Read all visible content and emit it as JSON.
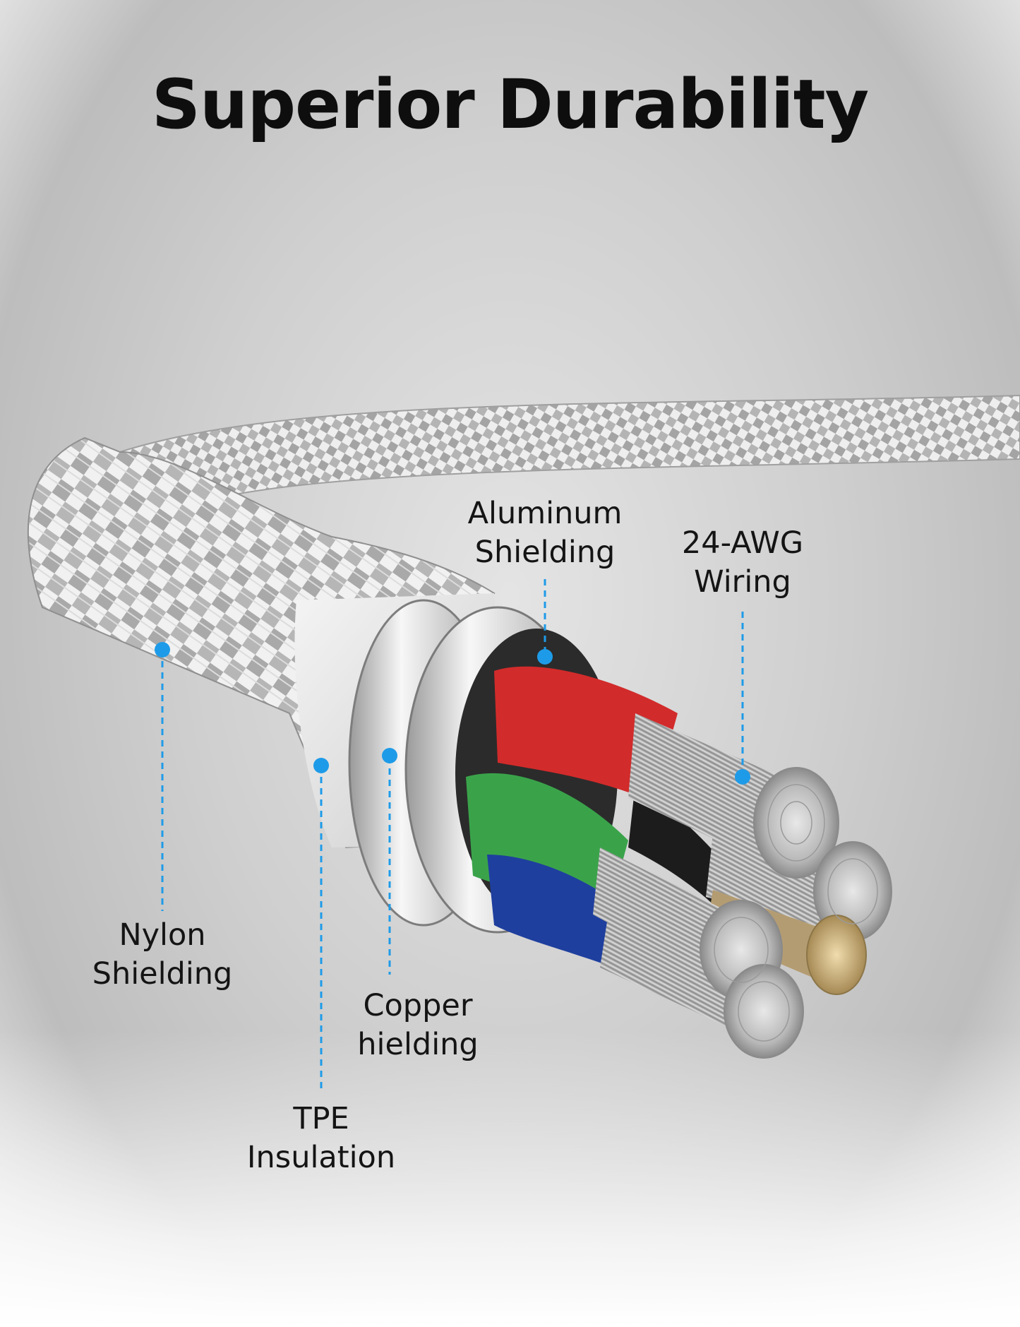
{
  "title": "Superior Durability",
  "accent_color": "#1e9be8",
  "labels": {
    "aluminum": [
      "Aluminum",
      "Shielding"
    ],
    "awg": [
      "24-AWG",
      "Wiring"
    ],
    "nylon": [
      "Nylon",
      "Shielding"
    ],
    "copper": [
      "Copper",
      "hielding"
    ],
    "tpe": [
      "TPE",
      "Insulation"
    ]
  },
  "wire_colors": {
    "red": "#d22b2b",
    "green": "#3aa34a",
    "blue": "#1f3f9e",
    "black": "#1c1c1c",
    "tan": "#b49c72"
  }
}
